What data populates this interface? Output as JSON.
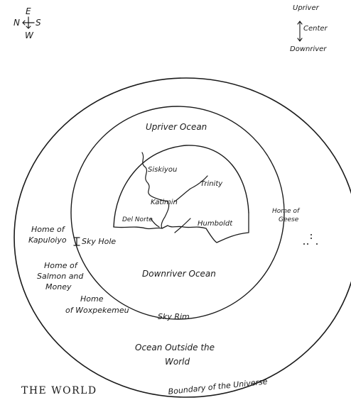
{
  "compass": {
    "east": "E",
    "north": "N",
    "south": "S",
    "west": "W"
  },
  "river_key": {
    "upriver": "Upriver",
    "center": "Center",
    "downriver": "Downriver"
  },
  "oceans": {
    "upriver": "Upriver Ocean",
    "downriver": "Downriver Ocean",
    "outside_1": "Ocean Outside the",
    "outside_2": "World"
  },
  "rivers": {
    "siskiyou": "Siskiyou",
    "trinity": "Trinity",
    "katimin": "Katimin",
    "del_norte": "Del Norte",
    "humboldt": "Humboldt"
  },
  "places": {
    "kapuloiyo_1": "Home of",
    "kapuloiyo_2": "Kapuloiyo",
    "sky_hole": "Sky Hole",
    "salmon_1": "Home of",
    "salmon_2": "Salmon and",
    "salmon_3": "Money",
    "woxpekemeu_1": "Home",
    "woxpekemeu_2": "of Woxpekemeu",
    "geese_1": "Home of",
    "geese_2": "Geese",
    "sky_rim": "Sky Rim"
  },
  "boundary": "Boundary of the Universe",
  "title": "THE WORLD"
}
